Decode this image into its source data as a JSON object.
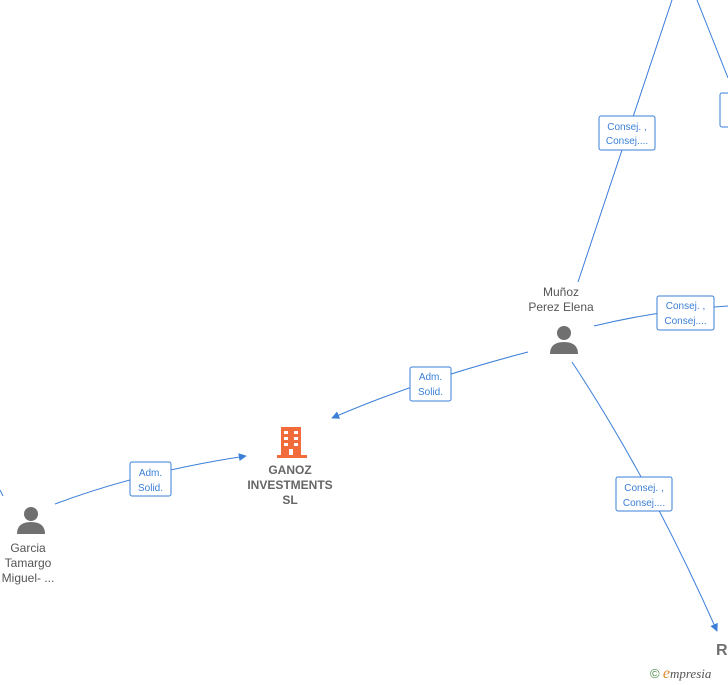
{
  "nodes": {
    "company": {
      "lines": [
        "GANOZ",
        "INVESTMENTS",
        "SL"
      ],
      "icon": "building-icon",
      "color": "#f26b3a"
    },
    "munoz": {
      "lines": [
        "Muñoz",
        "Perez Elena"
      ],
      "icon": "person-icon"
    },
    "garcia": {
      "lines": [
        "Garcia",
        "Tamargo",
        "Miguel- ..."
      ],
      "icon": "person-icon"
    }
  },
  "edges": {
    "munoz_company": [
      "Adm.",
      "Solid."
    ],
    "garcia_company": [
      "Adm.",
      "Solid."
    ],
    "munoz_top": [
      "Consej. ,",
      "Consej...."
    ],
    "munoz_right": [
      "Consej. ,",
      "Consej...."
    ],
    "munoz_bottom": [
      "Consej. ,",
      "Consej...."
    ]
  },
  "partial_node_glyph": "R",
  "watermark": {
    "copyright": "©",
    "e": "e",
    "rest": "mpresia"
  },
  "colors": {
    "edge": "#3b7fd8",
    "person": "#707070",
    "company": "#f26b3a"
  }
}
